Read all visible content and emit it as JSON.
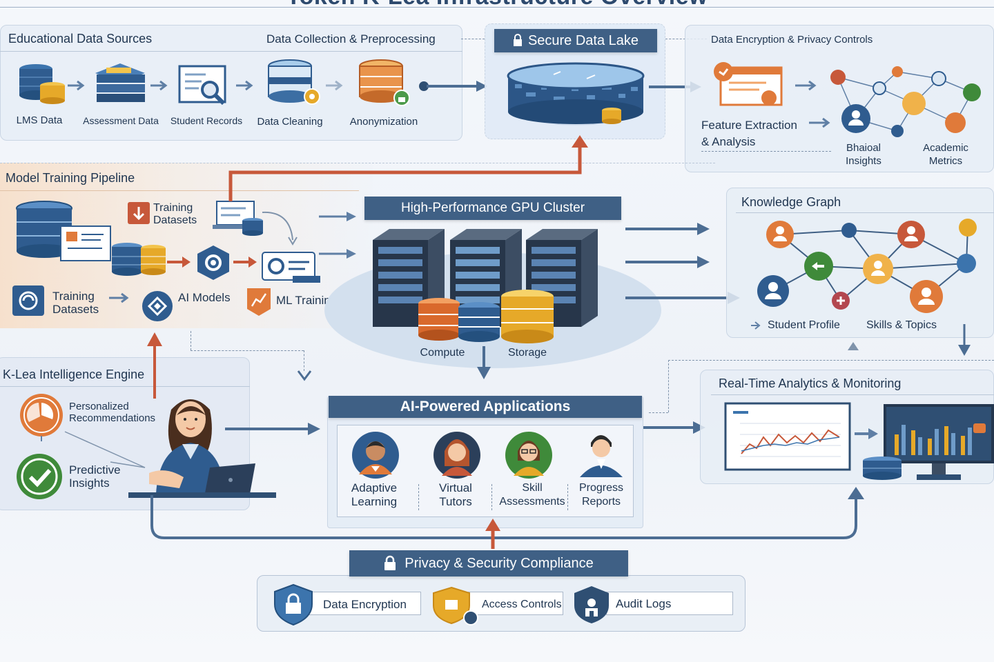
{
  "header": {
    "title": "Token K-Lea Infrastructure Overview"
  },
  "data_sources": {
    "title": "Educational Data Sources",
    "items": [
      "LMS Data",
      "Assessment Data",
      "Student Records"
    ]
  },
  "preprocessing": {
    "title": "Data Collection & Preprocessing",
    "items": [
      "Data Cleaning",
      "Anonymization"
    ]
  },
  "data_lake": {
    "title": "Secure Data Lake"
  },
  "privacy_controls": {
    "title": "Data Encryption & Privacy Controls",
    "feature_extraction": [
      "Feature Extraction",
      "& Analysis"
    ],
    "behavioral": [
      "Bhaioal",
      "Insights"
    ],
    "academic": [
      "Academic",
      "Metrics"
    ]
  },
  "training": {
    "title": "Model Training Pipeline",
    "datasets_top": [
      "Training",
      "Datasets"
    ],
    "datasets_bottom": [
      "Training",
      "Datasets"
    ],
    "ai_models": "AI Models",
    "ml_training": "ML Training"
  },
  "gpu": {
    "title": "High-Performance GPU Cluster",
    "compute": "Compute",
    "storage": "Storage"
  },
  "knowledge_graph": {
    "title": "Knowledge Graph",
    "student_profile": "Student Profile",
    "skills": "Skills & Topics"
  },
  "engine": {
    "title": "K-Lea Intelligence Engine",
    "recommendations": [
      "Personalized",
      "Recommendations"
    ],
    "predictive": [
      "Predictive",
      "Insights"
    ]
  },
  "applications": {
    "title": "AI-Powered Applications",
    "items": [
      [
        "Adaptive",
        "Learning"
      ],
      [
        "Virtual",
        "Tutors"
      ],
      [
        "Skill",
        "Assessments"
      ],
      [
        "Progress",
        "Reports"
      ]
    ]
  },
  "analytics": {
    "title": "Real-Time Analytics & Monitoring"
  },
  "compliance": {
    "title": "Privacy & Security Compliance",
    "items": [
      "Data Encryption",
      "Access Controls",
      "Audit Logs"
    ]
  },
  "colors": {
    "navy": "#3f6085",
    "blue": "#2f5c8f",
    "orange": "#e07a3a",
    "arrow_red": "#c7583a",
    "gold": "#e9b43a",
    "green": "#3f8a3a"
  }
}
